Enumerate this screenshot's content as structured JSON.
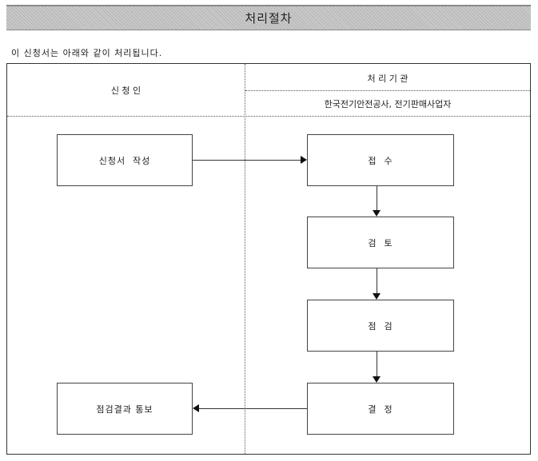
{
  "title": "처리절차",
  "intro": "이 신청서는 아래와 같이 처리됩니다.",
  "table": {
    "left_header": "신 청 인",
    "right_header": "처 리 기 관",
    "right_subheader": "한국전기안전공사, 전기판매사업자"
  },
  "flow": {
    "apply": "신청서  작성",
    "receive": "접  수",
    "review": "검  토",
    "inspect": "점  검",
    "decide": "결  정",
    "notify": "점검결과 통보"
  }
}
